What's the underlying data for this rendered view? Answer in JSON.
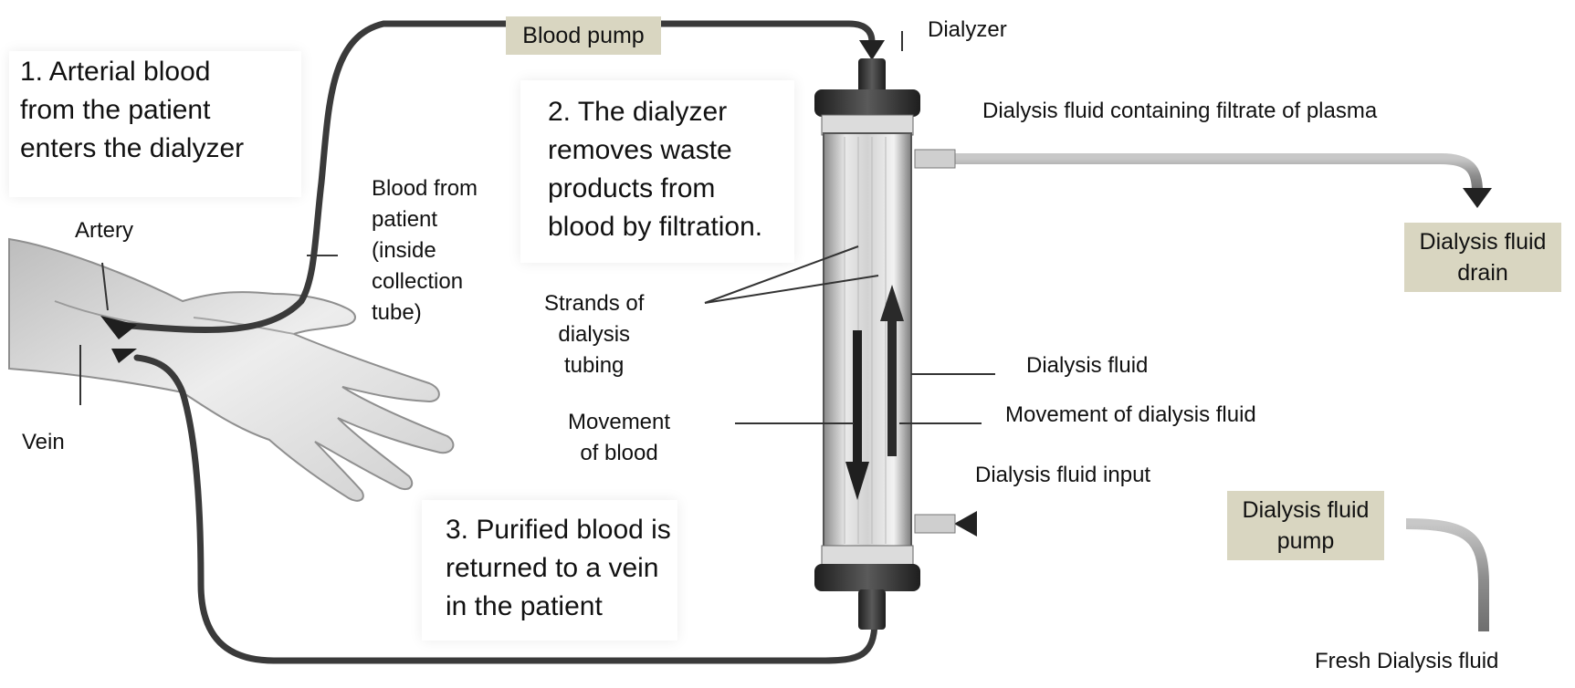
{
  "colors": {
    "tube": "#3a3a3a",
    "box_fill": "#d9d6c1",
    "dialyzer_cap": "#2e2e2e",
    "dialyzer_glass": "#c9c9c9",
    "fluid_pipe": "#9a9a9a",
    "skin": "#e6e6e6",
    "arrow": "#222222"
  },
  "boxes": {
    "blood_pump": "Blood pump",
    "dialysis_fluid_drain": "Dialysis fluid\ndrain",
    "dialysis_fluid_pump": "Dialysis fluid\npump"
  },
  "steps": {
    "step1": "1. Arterial blood\nfrom the patient\nenters the dialyzer",
    "step2": "2. The dialyzer\nremoves waste\nproducts from\nblood by filtration.",
    "step3": "3. Purified blood is\nreturned to a vein\nin the patient"
  },
  "labels": {
    "dialyzer": "Dialyzer",
    "fluid_with_filtrate": "Dialysis fluid containing filtrate of plasma",
    "blood_from_patient": "Blood from\npatient\n(inside\ncollection\ntube)",
    "artery": "Artery",
    "vein": "Vein",
    "strands": "Strands of\ndialysis\ntubing",
    "movement_of_blood": "Movement\nof blood",
    "dialysis_fluid": "Dialysis fluid",
    "movement_of_fluid": "Movement of dialysis fluid",
    "fluid_input": "Dialysis fluid input",
    "fresh_fluid": "Fresh Dialysis fluid"
  },
  "icons": {
    "dialyzer": "dialyzer-cylinder-icon",
    "arm": "arm-hand-icon"
  }
}
